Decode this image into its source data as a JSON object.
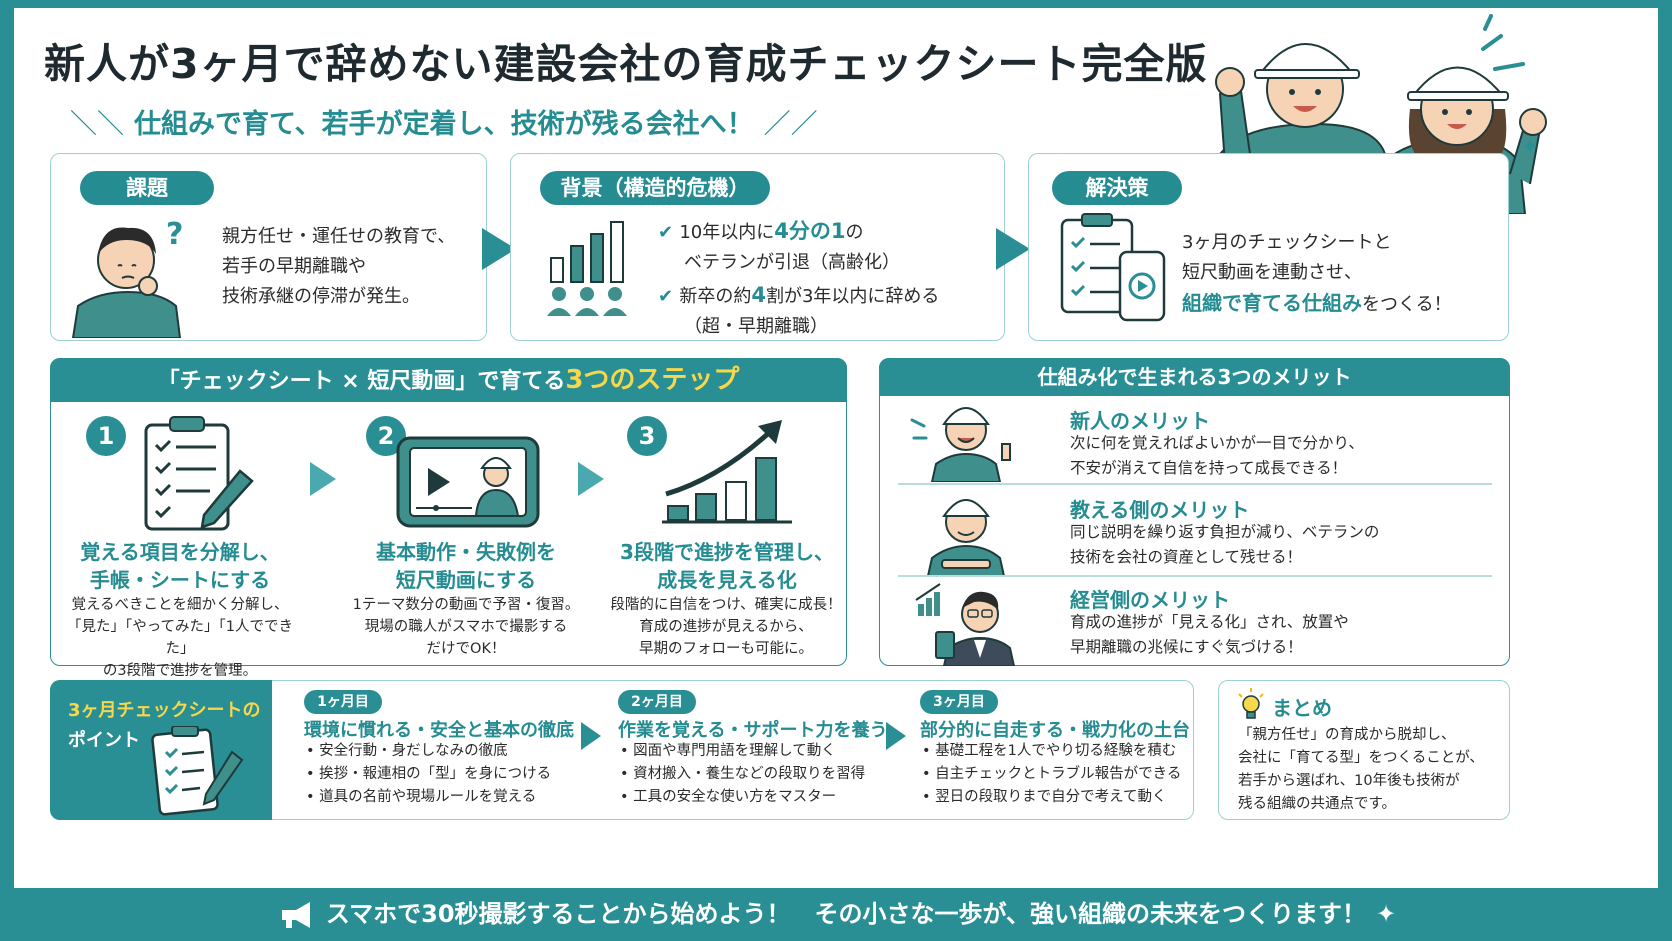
{
  "header": {
    "title": "新人が3ヶ月で辞めない建設会社の育成チェックシート完全版",
    "subtitle": "仕組みで育て、若手が定着し、技術が残る会社へ！"
  },
  "top_cards": {
    "issue": {
      "label": "課題",
      "lines": [
        "親方任せ・運任せの教育で、",
        "若手の早期離職や",
        "技術承継の停滞が発生。"
      ]
    },
    "background": {
      "label": "背景（構造的危機）",
      "item1_pre": "10年以内に",
      "item1_em": "4分の1",
      "item1_post": "の",
      "item1_line2": "ベテランが引退（高齢化）",
      "item2_pre": "新卒の約",
      "item2_em": "4",
      "item2_post": "割が3年以内に辞める",
      "item2_line2": "（超・早期離職）"
    },
    "solution": {
      "label": "解決策",
      "line1": "3ヶ月のチェックシートと",
      "line2": "短尺動画を連動させ、",
      "line3_em": "組織で育てる仕組み",
      "line3_post": "をつくる！"
    }
  },
  "steps": {
    "heading_pre": "「チェックシート × 短尺動画」で育てる",
    "heading_em": "3つのステップ",
    "items": [
      {
        "num": "1",
        "title1": "覚える項目を分解し、",
        "title2": "手帳・シートにする",
        "desc": [
          "覚えるべきことを細かく分解し、",
          "「見た」「やってみた」「1人でできた」",
          "の3段階で進捗を管理。"
        ]
      },
      {
        "num": "2",
        "title1": "基本動作・失敗例を",
        "title2": "短尺動画にする",
        "desc": [
          "1テーマ数分の動画で予習・復習。",
          "現場の職人がスマホで撮影する",
          "だけでOK！"
        ]
      },
      {
        "num": "3",
        "title1": "3段階で進捗を管理し、",
        "title2": "成長を見える化",
        "desc": [
          "段階的に自信をつけ、確実に成長！",
          "育成の進捗が見えるから、",
          "早期のフォローも可能に。"
        ]
      }
    ]
  },
  "merits": {
    "heading": "仕組み化で生まれる3つのメリット",
    "items": [
      {
        "title": "新人のメリット",
        "desc": [
          "次に何を覚えればよいかが一目で分かり、",
          "不安が消えて自信を持って成長できる！"
        ]
      },
      {
        "title": "教える側のメリット",
        "desc": [
          "同じ説明を繰り返す負担が減り、ベテランの",
          "技術を会社の資産として残せる！"
        ]
      },
      {
        "title": "経営側のメリット",
        "desc": [
          "育成の進捗が「見える化」され、放置や",
          "早期離職の兆候にすぐ気づける！"
        ]
      }
    ]
  },
  "points": {
    "label1": "3ヶ月チェックシートの",
    "label2": "ポイント",
    "months": [
      {
        "tag": "1ヶ月目",
        "title": "環境に慣れる・安全と基本の徹底",
        "items": [
          "安全行動・身だしなみの徹底",
          "挨拶・報連相の「型」を身につける",
          "道具の名前や現場ルールを覚える"
        ]
      },
      {
        "tag": "2ヶ月目",
        "title": "作業を覚える・サポート力を養う",
        "items": [
          "図面や専門用語を理解して動く",
          "資材搬入・養生などの段取りを習得",
          "工具の安全な使い方をマスター"
        ]
      },
      {
        "tag": "3ヶ月目",
        "title": "部分的に自走する・戦力化の土台",
        "items": [
          "基礎工程を1人でやり切る経験を積む",
          "自主チェックとトラブル報告ができる",
          "翌日の段取りまで自分で考えて動く"
        ]
      }
    ]
  },
  "summary": {
    "label": "まとめ",
    "lines": [
      "「親方任せ」の育成から脱却し、",
      "会社に「育てる型」をつくることが、",
      "若手から選ばれ、10年後も技術が",
      "残る組織の共通点です。"
    ]
  },
  "footer": {
    "text": "スマホで30秒撮影することから始めよう！　その小さな一歩が、強い組織の未来をつくります！"
  },
  "colors": {
    "accent": "#2a8f95",
    "text": "#2b2b2b",
    "highlight": "#f6d84a"
  }
}
